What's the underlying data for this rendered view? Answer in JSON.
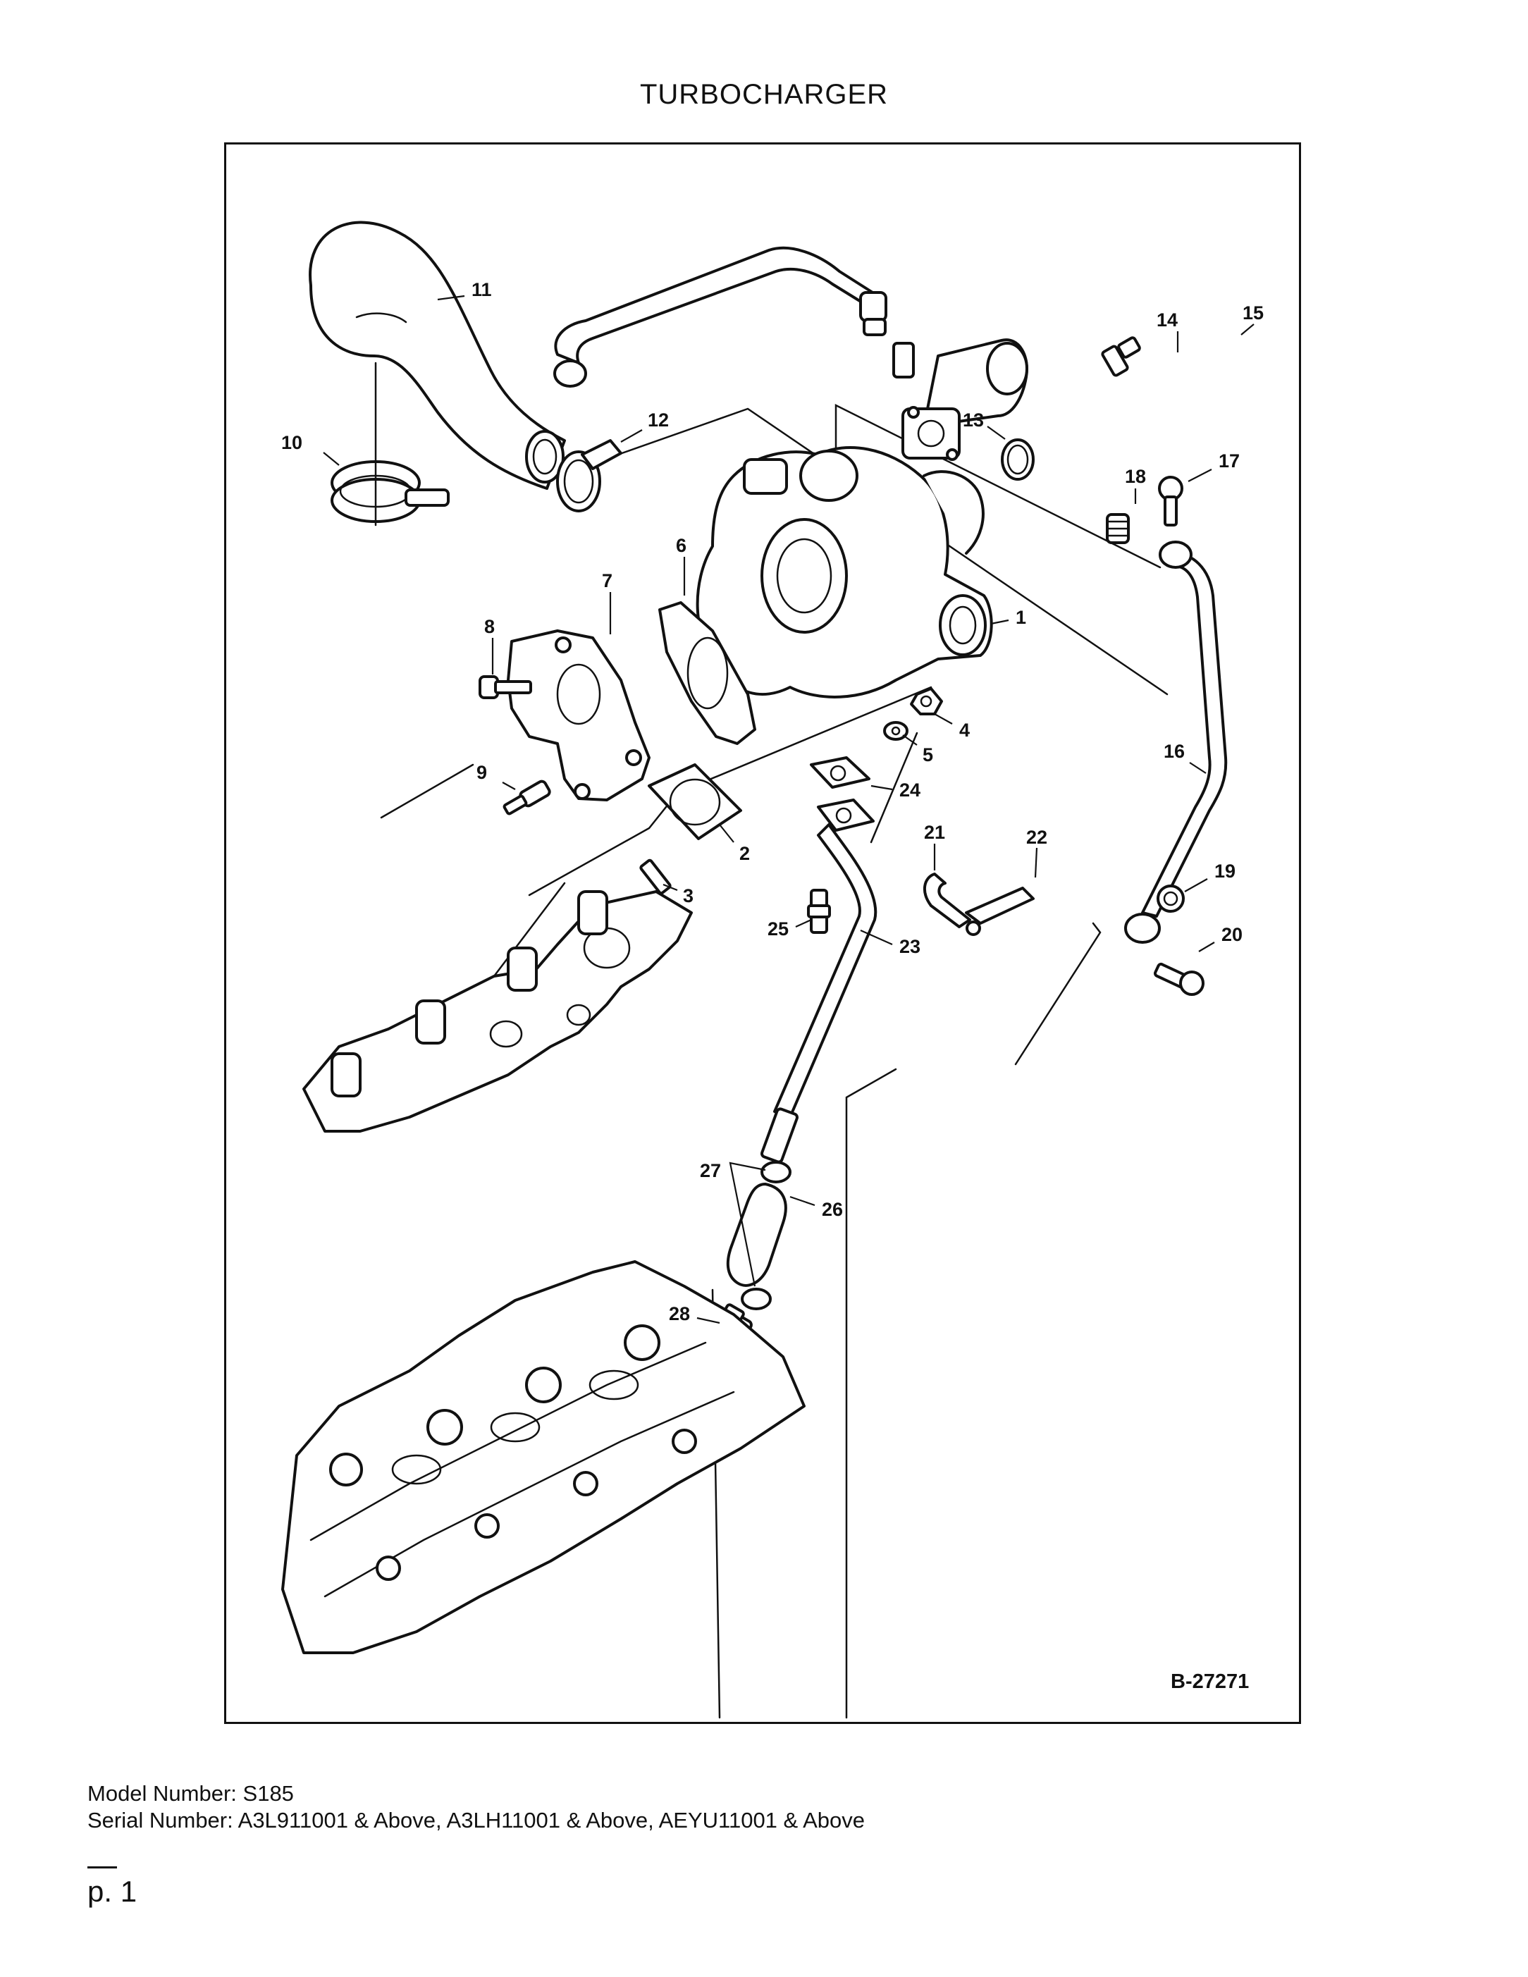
{
  "title": "TURBOCHARGER",
  "diagram": {
    "drawing_id": "B-27271",
    "callouts": [
      "1",
      "2",
      "3",
      "4",
      "5",
      "6",
      "7",
      "8",
      "9",
      "10",
      "11",
      "12",
      "13",
      "14",
      "15",
      "16",
      "17",
      "18",
      "19",
      "20",
      "21",
      "22",
      "23",
      "24",
      "25",
      "26",
      "27",
      "28"
    ]
  },
  "footer": {
    "model_line": "Model Number: S185",
    "serial_line": "Serial Number: A3L911001 & Above, A3LH11001 & Above, AEYU11001 & Above"
  },
  "page": {
    "number": "p. 1"
  }
}
